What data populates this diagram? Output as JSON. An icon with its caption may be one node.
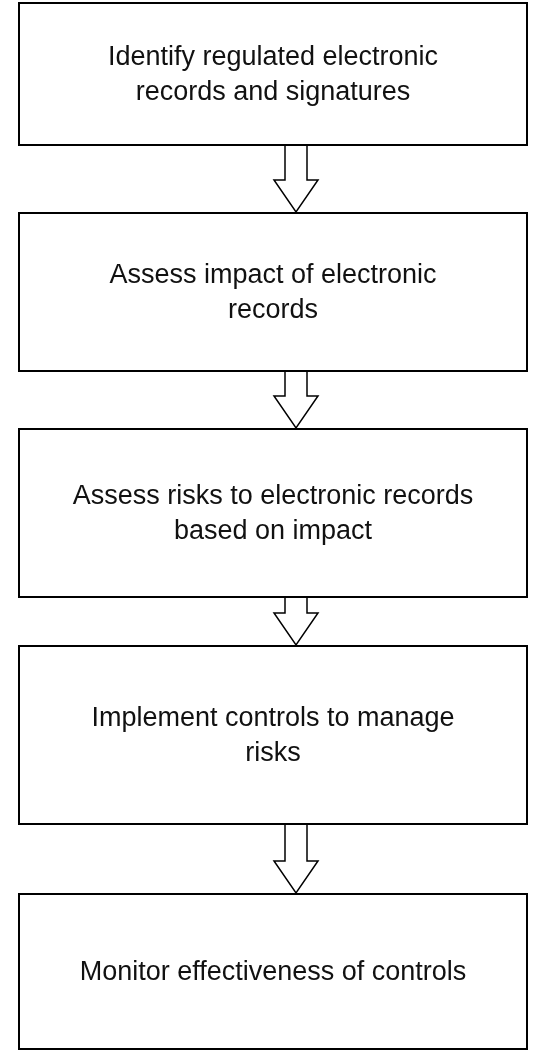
{
  "diagram": {
    "nodes": [
      {
        "text": [
          "Identify regulated electronic records and signatures"
        ]
      },
      {
        "text": [
          "Assess impact of electronic records"
        ]
      },
      {
        "text": [
          "Assess risks to electronic records based on impact"
        ]
      },
      {
        "text": [
          "Implement controls to manage risks"
        ]
      },
      {
        "text": [
          "Monitor effectiveness of controls"
        ]
      }
    ],
    "edges": [
      {
        "from": 0,
        "to": 1,
        "arrow": "to"
      },
      {
        "from": 1,
        "to": 2,
        "arrow": "to"
      },
      {
        "from": 2,
        "to": 3,
        "arrow": "to"
      },
      {
        "from": 3,
        "to": 4,
        "arrow": "to"
      }
    ]
  }
}
